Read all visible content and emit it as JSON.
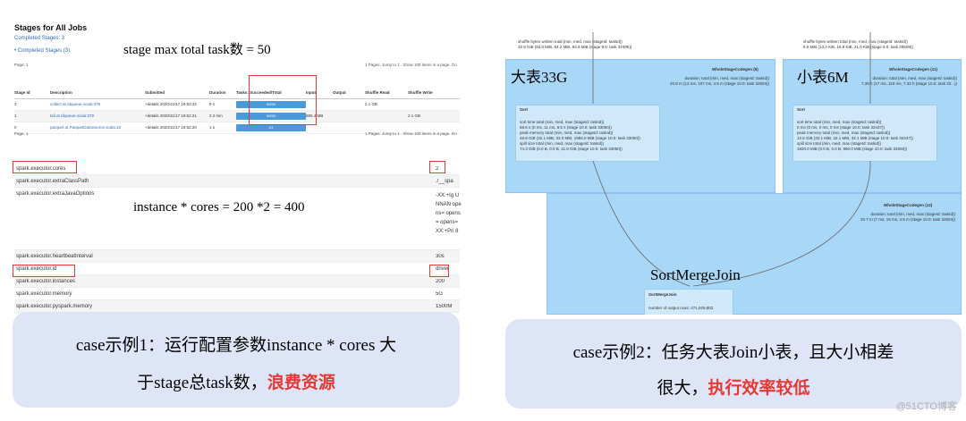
{
  "left": {
    "jobs_title": "Stages for All Jobs",
    "completed_link": "Completed Stages: 3",
    "completed_header": "• Completed Stages (3)",
    "page_label": "Page:",
    "page_num": "1",
    "pager_text": "1 Pages. Jump to  1  . Show  100  items in a page.  Go",
    "annotation_top": "stage max total task数 = 50",
    "annotation_mid": "instance * cores = 200 *2  = 400",
    "stage_table": {
      "headers": [
        "Stage Id",
        "Description",
        "Submitted",
        "Duration",
        "Tasks: Succeeded/Total",
        "Input",
        "Output",
        "Shuffle Read",
        "Shuffle Write"
      ],
      "rows": [
        {
          "id": "2",
          "desc": "collect at rdqueue.scala:379",
          "submitted": "+details  2020/11/17 19:53:32",
          "duration": "9 s",
          "tasks": "50/50",
          "input": "",
          "output": "",
          "shuffle_read": "2.1 GB",
          "shuffle_write": ""
        },
        {
          "id": "1",
          "desc": "tail at rdqueue.scala:379",
          "submitted": "+details  2020/11/17 19:52:21",
          "duration": "2.2 min",
          "tasks": "50/50",
          "input": "880.4 MB",
          "output": "",
          "shuffle_read": "",
          "shuffle_write": "2.1 GB"
        },
        {
          "id": "0",
          "desc": "parquet at ParquetDataSource.scala:18",
          "submitted": "+details  2020/11/17 19:52:20",
          "duration": "1 s",
          "tasks": "1/1",
          "input": "",
          "output": "",
          "shuffle_read": "",
          "shuffle_write": ""
        }
      ]
    },
    "config": [
      {
        "key": "spark.executor.cores",
        "value": "2"
      },
      {
        "key": "spark.executor.extraClassPath",
        "value": "./__spa"
      },
      {
        "key": "spark.executor.extraJavaOptions",
        "value": "-XX:+Ig UNNAN opens= opens= opens= XX:+Pri 8"
      },
      {
        "key": "spark.executor.heartbeatInterval",
        "value": "30s"
      },
      {
        "key": "spark.executor.id",
        "value": "driver"
      },
      {
        "key": "spark.executor.instances",
        "value": "200"
      },
      {
        "key": "spark.executor.memory",
        "value": "5G"
      },
      {
        "key": "spark.executor.pyspark.memory",
        "value": "1500M"
      }
    ],
    "caption_line1": "case示例1：运行配置参数instance * cores 大",
    "caption_line2_prefix": "于stage总task数，",
    "caption_line2_red": "浪费资源"
  },
  "right": {
    "left_top_text": "shuffle bytes written total (min, med, max (stageId: taskId))\n32.9 GiB (84.0 MiB, 84.2 MiB, 84.5 MiB (stage 9.0: task 31085))",
    "right_top_text": "shuffle bytes written total (min, med, max (stageId: taskId))\n6.6 MiB (13.2 KiB, 16.8 KiB, 21.0 KiB (stage 9.0: task 29509))",
    "label_big_table": "大表33G",
    "label_small_table": "小表6M",
    "wscg_b_title": "WholeStageCodegen (8)",
    "wscg_b_text": "duration: total (min, med, max (stageId: taskId))\n20.8 m (12 ms, 107 ms, 4.5 m (stage 10.0: task 32604))",
    "wscg_s_title": "WholeStageCodegen (11)",
    "wscg_s_text": "duration: total (min, med, max (stageId: taskId))\n7.39 h (17 ms, 110 ms, 7.32 h (stage 10.0: task 32...))",
    "sort_title": "Sort",
    "sort_left_text": "sort time total (min, med, max (stageId: taskId))\n58.6 s (0 ms, 11 ms, 8.5 s (stage 10.0: task 33050))\npeak memory total (min, med, max (stageId: taskId))\n49.8 GiB (32.1 MiB, 33.0 MiB, 1984.0 MiB (stage 10.0: task 33050))\nspill size total (min, med, max (stageId: taskId))\n74.3 GiB (0.0 B, 0.0 B, 11.9 GiB (stage 10.0: task 33050))",
    "sort_right_text": "sort time total (min, med, max (stageId: taskId))\n0 ms (0 ms, 0 ms, 0 ms (stage 10.0: task 32437))\npeak memory total (min, med, max (stageId: taskId))\n12.5 GiB (32.1 MiB, 32.1 MiB, 32.1 MiB (stage 10.0: task 32437))\nspill size total (min, med, max (stageId: taskId))\n1920.0 MiB (0.0 B, 0.0 B, 960.0 MiB (stage 10.0: task 33060))",
    "wscg_join_title": "WholeStageCodegen (12)",
    "wscg_join_text": "duration: total (min, med, max (stageId: taskId))\n20.7 m (7 ms, 16 ms, 4.5 m (stage 10.0: task 32604))",
    "smj_big_label": "SortMergeJoin",
    "smj_title": "SortMergeJoin",
    "smj_text": "number of output rows: 471,929,863",
    "caption_line1": "case示例2：任务大表Join小表，且大小相差",
    "caption_line2_prefix": "很大，",
    "caption_line2_red": "执行效率较低",
    "watermark": "@51CTO博客"
  }
}
